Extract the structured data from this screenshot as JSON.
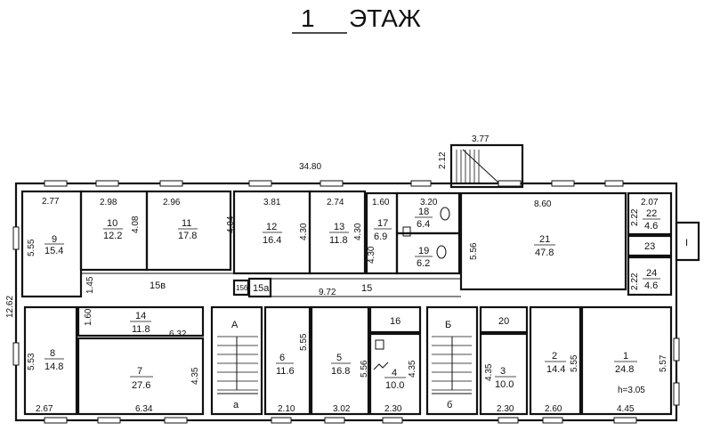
{
  "title": {
    "number": "1",
    "text": "ЭТАЖ"
  },
  "dims": {
    "total_width": "34.80",
    "total_height": "12.62",
    "porch_width": "3.77",
    "porch_depth": "2.12",
    "top_rooms_depth": "5.56",
    "ceiling_height": "h=3.05"
  },
  "rooms": [
    {
      "id": "r9",
      "number": "9",
      "area": "15.4",
      "w": "2.77",
      "h": "5.55"
    },
    {
      "id": "r10",
      "number": "10",
      "area": "12.2",
      "w": "2.98",
      "h": "4.08"
    },
    {
      "id": "r11",
      "number": "11",
      "area": "17.8",
      "w": "2.96",
      "h": "4.04"
    },
    {
      "id": "r12",
      "number": "12",
      "area": "16.4",
      "w": "3.81",
      "h": "4.30"
    },
    {
      "id": "r13",
      "number": "13",
      "area": "11.8",
      "w": "2.74",
      "h": "4.30"
    },
    {
      "id": "r17",
      "number": "17",
      "area": "6.9",
      "w": "1.60",
      "h": "4.30"
    },
    {
      "id": "r18",
      "number": "18",
      "area": "6.4",
      "w": "3.20"
    },
    {
      "id": "r19",
      "number": "19",
      "area": "6.2"
    },
    {
      "id": "r21",
      "number": "21",
      "area": "47.8",
      "w": "8.60"
    },
    {
      "id": "r22",
      "number": "22",
      "area": "4.6",
      "w": "2.07",
      "h": "2.22"
    },
    {
      "id": "r23",
      "number": "23"
    },
    {
      "id": "r24",
      "number": "24",
      "area": "4.6",
      "h": "2.22"
    },
    {
      "id": "r15v",
      "number": "15в",
      "h": "1.45"
    },
    {
      "id": "r15b",
      "number": "15б"
    },
    {
      "id": "r15a",
      "number": "15а"
    },
    {
      "id": "r15",
      "number": "15",
      "w": "9.72"
    },
    {
      "id": "r14",
      "number": "14",
      "area": "11.8",
      "h": "1.60"
    },
    {
      "id": "r8",
      "number": "8",
      "area": "14.8",
      "w": "2.67",
      "h": "5.53"
    },
    {
      "id": "r7",
      "number": "7",
      "area": "27.6",
      "w": "6.34",
      "w2": "6.32",
      "h": "4.35"
    },
    {
      "id": "r6",
      "number": "6",
      "area": "11.6",
      "w": "2.10",
      "h": "5.55"
    },
    {
      "id": "r5",
      "number": "5",
      "area": "16.8",
      "w": "3.02",
      "h": "5.56"
    },
    {
      "id": "r16",
      "number": "16"
    },
    {
      "id": "r4",
      "number": "4",
      "area": "10.0",
      "w": "2.30",
      "h": "4.35"
    },
    {
      "id": "r20",
      "number": "20"
    },
    {
      "id": "r3",
      "number": "3",
      "area": "10.0",
      "w": "2.30",
      "h": "4.35"
    },
    {
      "id": "r2",
      "number": "2",
      "area": "14.4",
      "w": "2.60",
      "h": "5.55"
    },
    {
      "id": "r1",
      "number": "1",
      "area": "24.8",
      "w": "4.45",
      "h": "5.57"
    }
  ],
  "stairs": {
    "A": "А",
    "a": "а",
    "B": "Б",
    "b": "б",
    "I": "I"
  }
}
